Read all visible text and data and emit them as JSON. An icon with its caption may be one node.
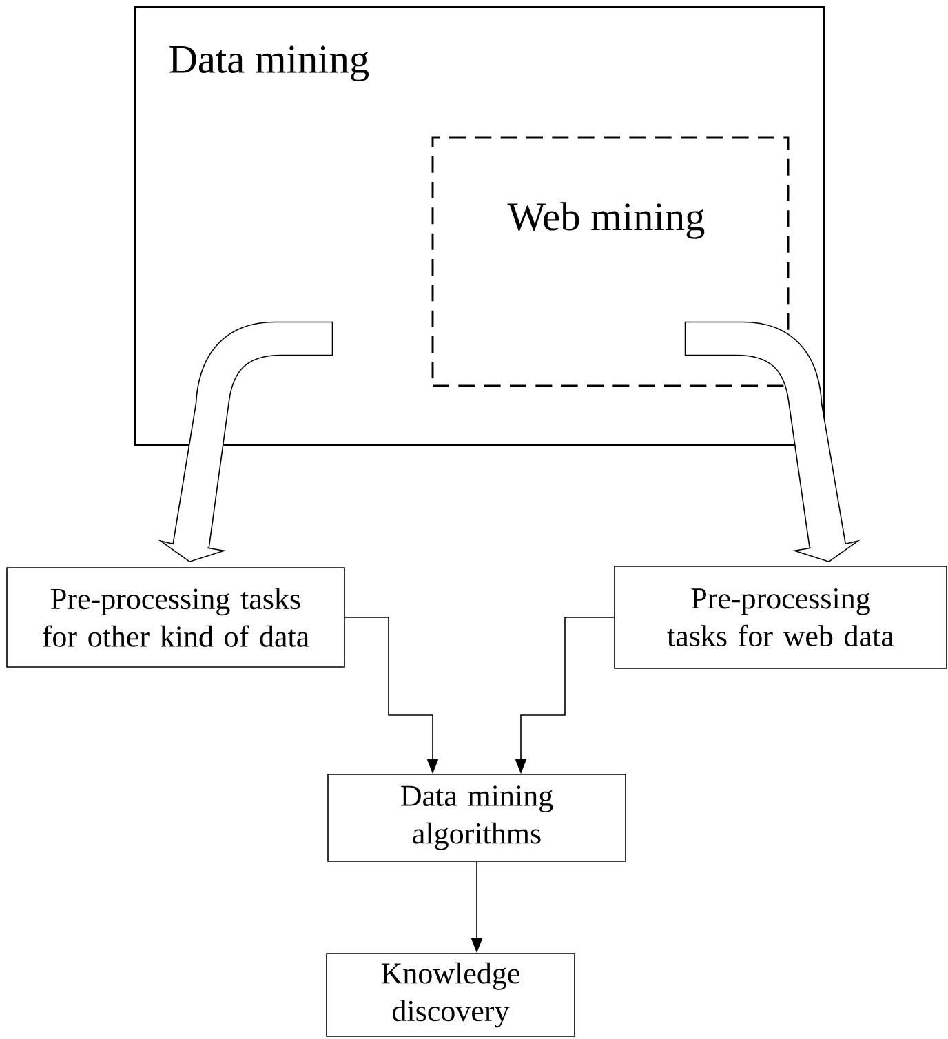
{
  "diagram": {
    "nodes": [
      {
        "text": [
          "Data mining"
        ]
      },
      {
        "text": [
          "Web mining"
        ],
        "in": 0
      },
      {
        "text": [
          "Pre-processing tasks for other kind of data"
        ]
      },
      {
        "text": [
          "Pre-processing tasks for web data"
        ]
      },
      {
        "text": [
          "Data mining algorithms"
        ]
      },
      {
        "text": [
          "Knowledge discovery"
        ]
      }
    ],
    "edges": [
      {
        "from": 0,
        "to": 2,
        "arrow": "to",
        "style": "thick"
      },
      {
        "from": 1,
        "to": 3,
        "arrow": "to",
        "style": "thick"
      },
      {
        "from": 2,
        "to": 4,
        "arrow": "to"
      },
      {
        "from": 3,
        "to": 4,
        "arrow": "to"
      },
      {
        "from": 4,
        "to": 5,
        "arrow": "to"
      }
    ]
  }
}
